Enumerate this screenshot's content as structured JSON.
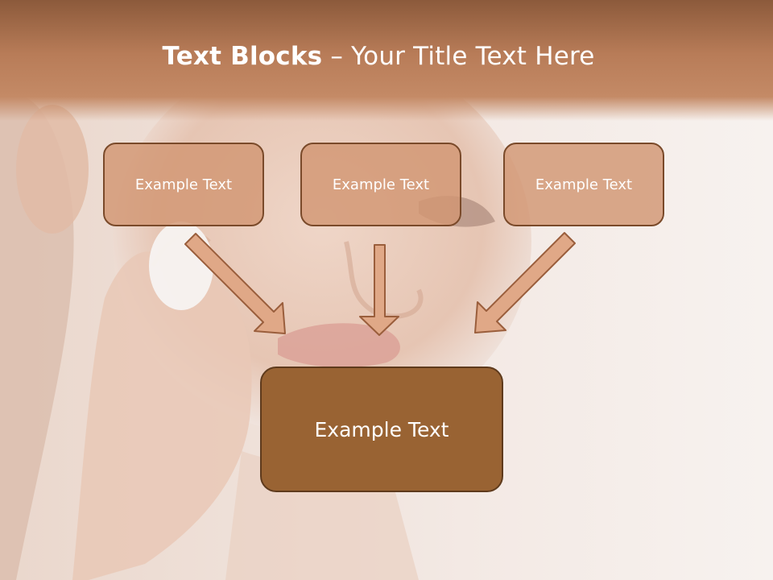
{
  "slide": {
    "title_bold": "Text Blocks",
    "title_dash": " – ",
    "title_rest": "Your Title Text Here"
  },
  "diagram": {
    "top_boxes": [
      {
        "label": "Example Text"
      },
      {
        "label": "Example Text"
      },
      {
        "label": "Example Text"
      }
    ],
    "bottom_box": {
      "label": "Example Text"
    }
  },
  "colors": {
    "title_bar": "#b87c58",
    "box_fill": "#d29673",
    "box_border": "#7a4a2a",
    "bottom_box_fill": "#996333",
    "arrow_fill": "#e0a887"
  }
}
